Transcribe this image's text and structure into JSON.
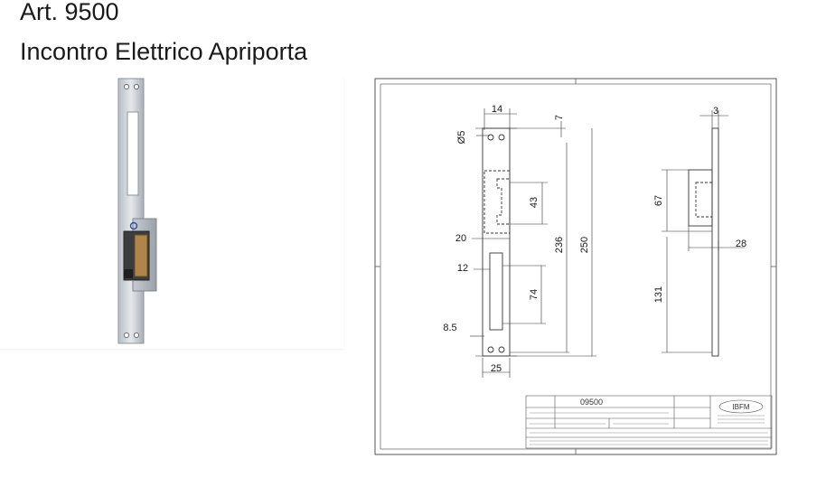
{
  "header": {
    "article": "Art. 9500",
    "product_title": "Incontro Elettrico Apriporta"
  },
  "drawing": {
    "dimensions": {
      "front_width": "14",
      "top_offset": "7",
      "hole_diameter": "Ø5",
      "latch_height": "43",
      "latch_offset": "20",
      "slot_width": "12",
      "length_inner": "236",
      "length_total": "250",
      "slot_height": "74",
      "bottom_offset": "8.5",
      "plate_width": "25",
      "side_thickness": "3",
      "side_height": "67",
      "side_depth": "28",
      "side_lower": "131"
    },
    "title_block": {
      "article_value": "09500",
      "logo": "IBFM"
    }
  }
}
